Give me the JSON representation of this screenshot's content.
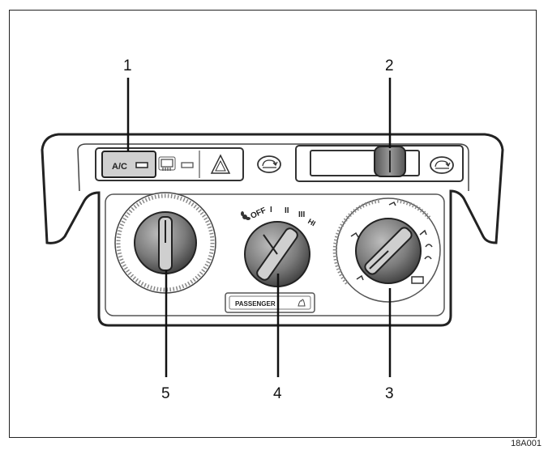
{
  "callouts": [
    "1",
    "2",
    "3",
    "4",
    "5"
  ],
  "buttons": {
    "ac_label": "A/C",
    "rear_defrost_symbol": "rear-defroster-icon",
    "hazard_symbol": "hazard-triangle-icon",
    "recirc_symbol": "recirculation-icon"
  },
  "fan_knob": {
    "off_label": "OFF",
    "speed_labels": [
      "I",
      "II",
      "III",
      "HI"
    ]
  },
  "passenger_indicator": {
    "label": "PASSENGER"
  },
  "figure_code": "18A001",
  "colors": {
    "line": "#222222",
    "panel_fill": "#ffffff",
    "shade": "#8a8a8a",
    "dark": "#3a3a3a"
  }
}
